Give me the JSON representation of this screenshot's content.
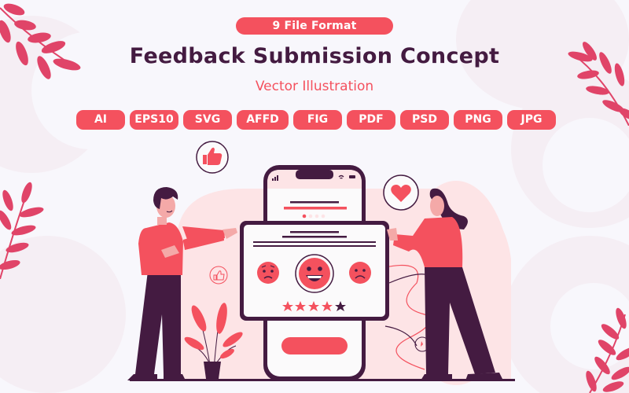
{
  "header": {
    "badge_label": "9 File Format",
    "title": "Feedback Submission Concept",
    "subtitle": "Vector Illustration"
  },
  "formats": [
    {
      "label": "AI",
      "width": 62
    },
    {
      "label": "EPS10",
      "width": 62
    },
    {
      "label": "SVG",
      "width": 62
    },
    {
      "label": "AFFD",
      "width": 62
    },
    {
      "label": "FIG",
      "width": 62
    },
    {
      "label": "PDF",
      "width": 62
    },
    {
      "label": "PSD",
      "width": 62
    },
    {
      "label": "PNG",
      "width": 62
    },
    {
      "label": "JPG",
      "width": 62
    }
  ],
  "illustration": {
    "rating": {
      "filled_stars": 4,
      "total_stars": 5
    },
    "emojis": [
      "sad",
      "happy",
      "frown"
    ],
    "icons": [
      "thumbs-up-icon",
      "heart-icon"
    ],
    "colors": {
      "accent": "#f4515e",
      "dark": "#441b41",
      "skin": "#f4a9a8",
      "pink_bg": "#fde4e6",
      "leaf": "#e04468"
    }
  }
}
